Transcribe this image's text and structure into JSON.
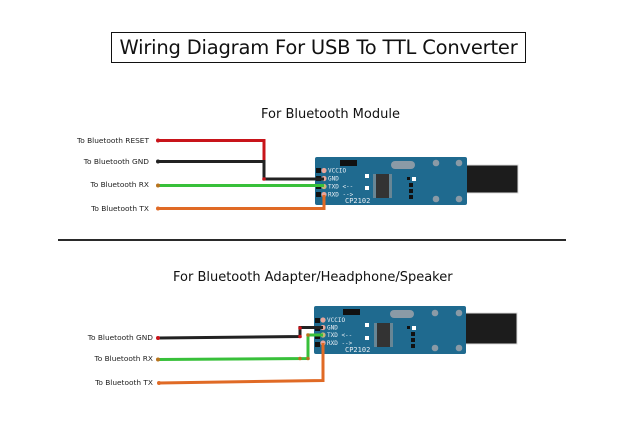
{
  "title": "Wiring Diagram For USB To TTL Converter",
  "colors": {
    "board": "#1f6a8f",
    "wire_reset": "#c8141a",
    "wire_gnd": "#222222",
    "wire_rx": "#38c03a",
    "wire_tx": "#e06a25",
    "usb_plug": "#1c1c1c"
  },
  "sections": [
    {
      "title": "For Bluetooth Module",
      "labels": [
        "To Bluetooth RESET",
        "To Bluetooth GND",
        "To Bluetooth RX",
        "To Bluetooth TX"
      ],
      "board": {
        "model": "CP2102",
        "pins": [
          "VCCIO",
          "GND",
          "TXD <--",
          "RXD -->"
        ]
      }
    },
    {
      "title": "For Bluetooth Adapter/Headphone/Speaker",
      "labels": [
        "To Bluetooth GND",
        "To Bluetooth RX",
        "To Bluetooth TX"
      ],
      "board": {
        "model": "CP2102",
        "pins": [
          "VCCIO",
          "GND",
          "TXD <--",
          "RXD -->"
        ]
      }
    }
  ]
}
